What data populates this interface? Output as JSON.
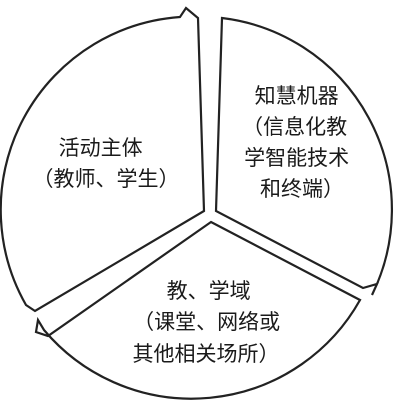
{
  "diagram": {
    "segments": [
      {
        "id": "activity-subject",
        "lines": [
          "活动主体",
          "（教师、学生）"
        ]
      },
      {
        "id": "smart-machines",
        "lines": [
          "知慧机器",
          "（信息化教",
          "学智能技术",
          "和终端）"
        ]
      },
      {
        "id": "teaching-domain",
        "lines": [
          "教、学域",
          "（课堂、网络或",
          "其他相关场所）"
        ]
      }
    ],
    "colors": {
      "stroke": "#222222",
      "fill": "#ffffff",
      "text": "#1a1a1a"
    }
  }
}
